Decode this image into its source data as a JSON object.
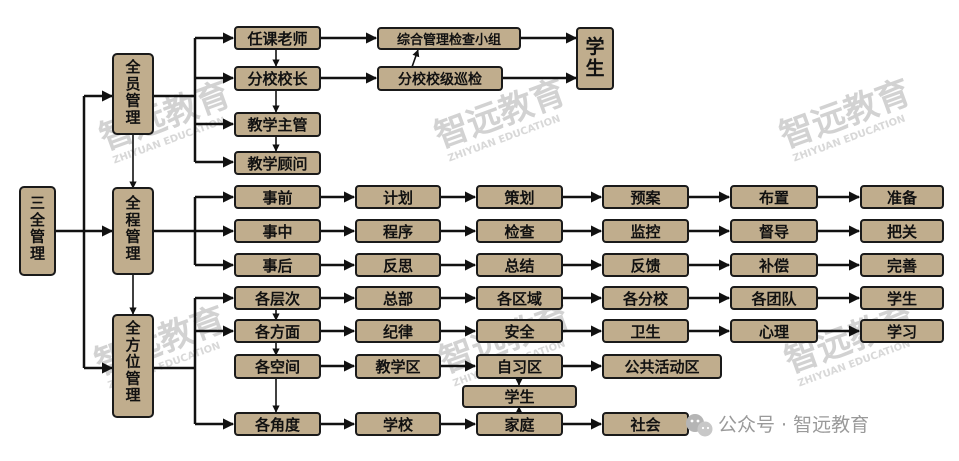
{
  "nodes": {
    "sanquan": "三全管理",
    "quanyuan": "全员管理",
    "quancheng": "全程管理",
    "quanfangwei": "全方位管理",
    "renke": "任课老师",
    "fenxiaozhang": "分校校长",
    "jiaoxuezhuguan": "教学主管",
    "jiaoxueguwen": "教学顾问",
    "zonghe": "综合管理检查小组",
    "xunjian": "分校校级巡检",
    "xuesheng_top": "学生",
    "shiqian": "事前",
    "shizhong": "事中",
    "shihou": "事后",
    "jihua": "计划",
    "cehua": "策划",
    "yuan": "预案",
    "buzhi": "布置",
    "zhunbei": "准备",
    "chengxu": "程序",
    "jiancha": "检查",
    "jiankong": "监控",
    "dudao": "督导",
    "baguan": "把关",
    "fansi": "反思",
    "zongjie": "总结",
    "fankui": "反馈",
    "buchang": "补偿",
    "wanshan": "完善",
    "cengci": "各层次",
    "fangmian": "各方面",
    "kongjian": "各空间",
    "jiaodu": "各角度",
    "zongbu": "总部",
    "quyu": "各区域",
    "fenxiao": "各分校",
    "tuandui": "各团队",
    "xuesheng_r4": "学生",
    "jilv": "纪律",
    "anquan": "安全",
    "weisheng": "卫生",
    "xinli": "心理",
    "xuexi": "学习",
    "jiaoxuequ": "教学区",
    "zixiqu": "自习区",
    "gonggong": "公共活动区",
    "xuesheng_mid": "学生",
    "xuexiao": "学校",
    "jiating": "家庭",
    "shehui": "社会"
  },
  "watermark": {
    "brand": "智远教育",
    "sub": "ZHIYUAN EDUCATION"
  },
  "footer": {
    "label": "公众号 · 智远教育"
  },
  "colors": {
    "node_fill": "#c0ad8d",
    "node_stroke": "#1a1a1a",
    "line": "#111111",
    "watermark": "#d2d2d2"
  }
}
